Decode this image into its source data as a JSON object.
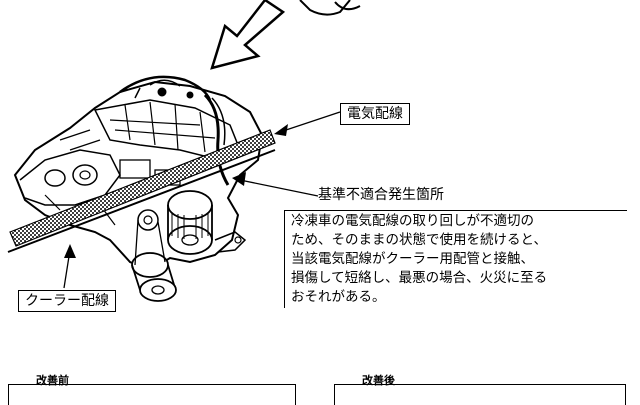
{
  "labels": {
    "electric_wiring": "電気配線",
    "cooler_wiring": "クーラー配線",
    "defect_location": "基準不適合発生箇所"
  },
  "note": {
    "lines": [
      "冷凍車の電気配線の取り回しが不適切の",
      "ため、そのままの状態で使用を続けると、",
      "当該電気配線がクーラー用配管と接触、",
      "損傷して短絡し、最悪の場合、火災に至る",
      "おそれがある。"
    ]
  },
  "sections": {
    "before": "改善前",
    "after": "改善後"
  }
}
